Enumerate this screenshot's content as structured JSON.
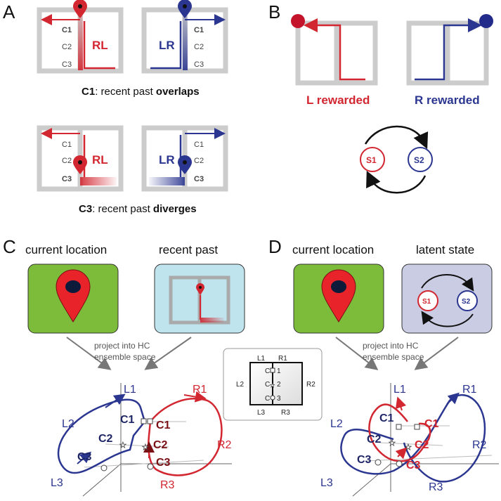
{
  "panel_letters": {
    "a": "A",
    "b": "B",
    "c": "C",
    "d": "D"
  },
  "panelA": {
    "cells": [
      "C1",
      "C2",
      "C3"
    ],
    "rl": "RL",
    "lr": "LR",
    "caption1": {
      "key": "C1",
      "middle": ": recent past ",
      "tail": "overlaps"
    },
    "caption2": {
      "key": "C3",
      "middle": ": recent past ",
      "tail": "diverges"
    }
  },
  "panelB": {
    "left_label": "L rewarded",
    "right_label": "R rewarded",
    "s1": "S1",
    "s2": "S2"
  },
  "panelC": {
    "head_left": "current location",
    "head_right": "recent past",
    "project_line1": "project into HC",
    "project_line2": "ensemble space",
    "labels": {
      "L1": "L1",
      "L2": "L2",
      "L3": "L3",
      "R1": "R1",
      "R2": "R2",
      "R3": "R3",
      "C1": "C1",
      "C2": "C2",
      "C3": "C3"
    }
  },
  "panelD": {
    "head_left": "current location",
    "head_right": "latent state",
    "project_line1": "project into HC",
    "project_line2": "ensemble space",
    "s1": "S1",
    "s2": "S2",
    "labels": {
      "L1": "L1",
      "L2": "L2",
      "L3": "L3",
      "R1": "R1",
      "R2": "R2",
      "R3": "R3",
      "C1": "C1",
      "C2": "C2",
      "C3": "C3"
    }
  },
  "inset": {
    "L1": "L1",
    "R1": "R1",
    "L2": "L2",
    "R2": "R2",
    "L3": "L3",
    "R3": "R3",
    "c1": "C",
    "n1": "1",
    "c2": "C",
    "n2": "2",
    "c3": "C",
    "n3": "3"
  },
  "colors": {
    "red": "#d22630",
    "blue": "#2b3690",
    "grey": "#cccccc",
    "green": "#7dbb3a",
    "lightblue": "#bfe4ee",
    "lavender": "#c9cce3",
    "darkred": "#7a0f14",
    "navy": "#1f2666"
  }
}
